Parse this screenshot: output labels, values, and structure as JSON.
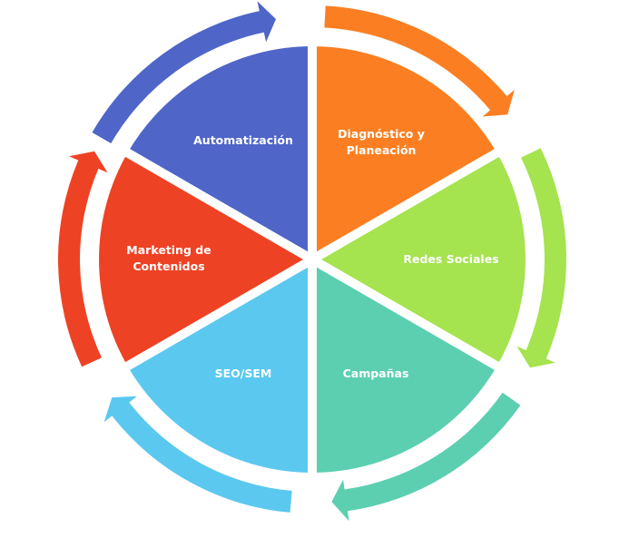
{
  "diagram": {
    "type": "cycle",
    "segments": [
      {
        "id": "automatizacion",
        "lines": [
          "Automatización"
        ],
        "color": "#4F65C8"
      },
      {
        "id": "diagnostico",
        "lines": [
          "Diagnóstico  y",
          "Planeación"
        ],
        "color": "#FB7F22"
      },
      {
        "id": "redes-sociales",
        "lines": [
          "Redes Sociales"
        ],
        "color": "#A5E34F"
      },
      {
        "id": "campanas",
        "lines": [
          "Campañas"
        ],
        "color": "#5CCFB1"
      },
      {
        "id": "seo-sem",
        "lines": [
          "SEO/SEM"
        ],
        "color": "#5BC8F0"
      },
      {
        "id": "marketing-contenidos",
        "lines": [
          "Marketing de",
          "Contenidos"
        ],
        "color": "#EE4224"
      }
    ],
    "arrows": [
      {
        "id": "arrow-1",
        "color": "#4F65C8"
      },
      {
        "id": "arrow-2",
        "color": "#FB7F22"
      },
      {
        "id": "arrow-3",
        "color": "#A5E34F"
      },
      {
        "id": "arrow-4",
        "color": "#5CCFB1"
      },
      {
        "id": "arrow-5",
        "color": "#5BC8F0"
      },
      {
        "id": "arrow-6",
        "color": "#EE4224"
      }
    ]
  }
}
